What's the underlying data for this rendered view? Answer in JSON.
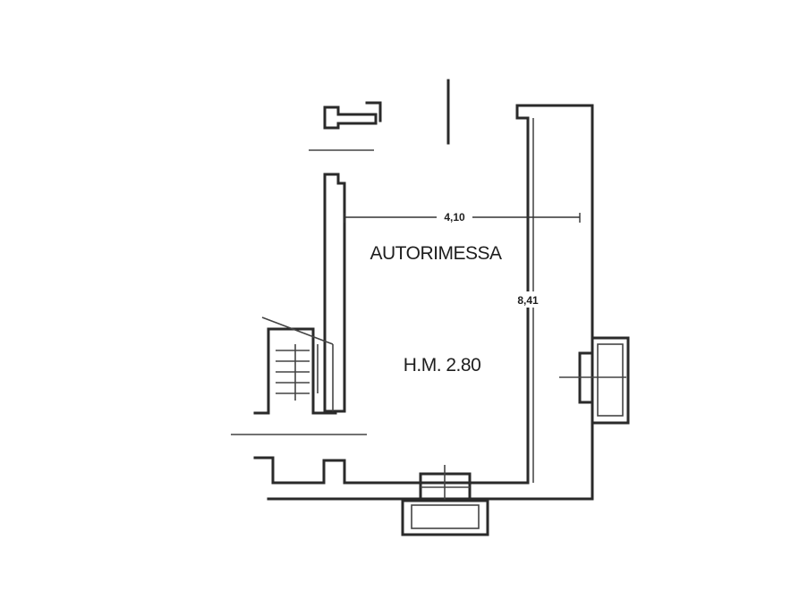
{
  "plan": {
    "room_label": "AUTORIMESSA",
    "height_label": "H.M. 2.80",
    "width_dimension": "4,10",
    "length_dimension": "8,41"
  },
  "colors": {
    "line": "#2a2a2a",
    "background": "#ffffff"
  }
}
